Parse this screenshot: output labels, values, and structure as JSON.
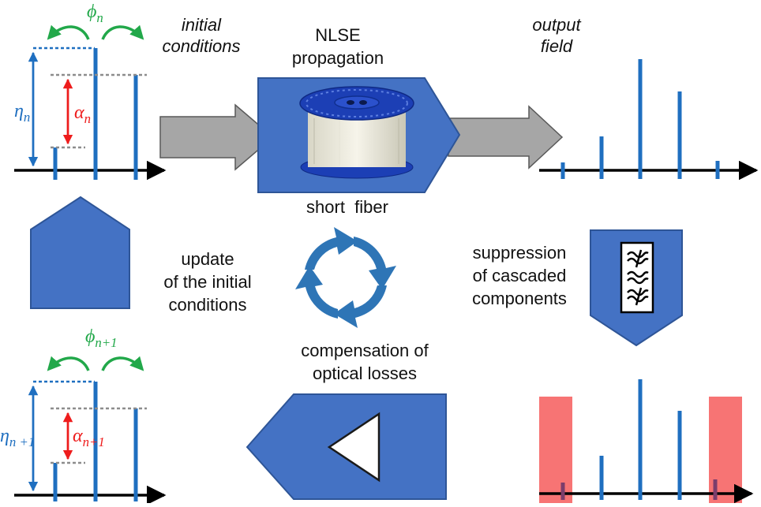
{
  "labels": {
    "initial_conditions": "initial\nconditions",
    "nlse_propagation": "NLSE\npropagation",
    "output_field": "output\nfield",
    "short_fiber": "short  fiber",
    "update": "update\nof the initial\nconditions",
    "suppression": "suppression\nof cascaded\ncomponents",
    "compensation": "compensation of\noptical losses"
  },
  "symbols": {
    "phi_n": {
      "base": "ϕ",
      "sub": "n"
    },
    "eta_n": {
      "base": "η",
      "sub": "n"
    },
    "alpha_n": {
      "base": "α",
      "sub": "n"
    },
    "phi_n1": {
      "base": "ϕ",
      "sub": "n+1"
    },
    "eta_n1": {
      "base": "η",
      "sub": "n +1"
    },
    "alpha_n1": {
      "base": "α",
      "sub": "n+1"
    }
  },
  "colors": {
    "blue_line": "#1f6fc0",
    "blue_fill": "#4472c4",
    "blue_dark": "#2e5597",
    "green": "#22a84a",
    "red": "#ee1c1c",
    "gray_arrow": "#a6a6a6",
    "red_band": "#f76d6d"
  },
  "icons": {
    "fiber_spool": "fiber-spool-icon",
    "cycle": "cycle-arrows-icon",
    "filter": "filter-icon",
    "amplifier": "triangle-amplifier-icon"
  }
}
